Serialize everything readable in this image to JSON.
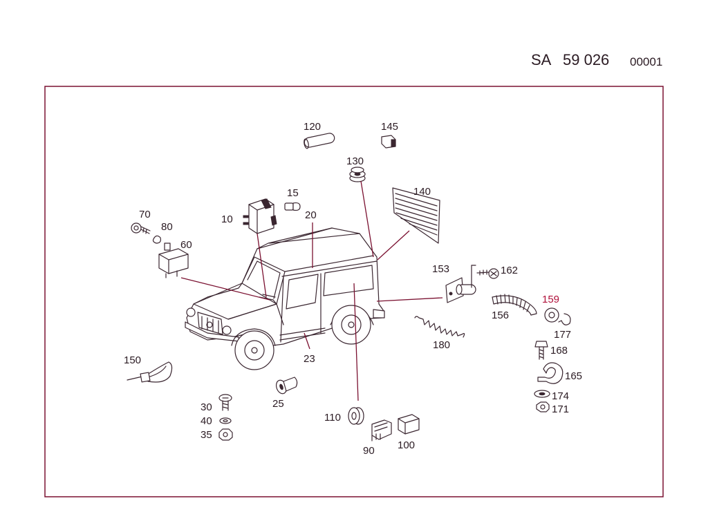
{
  "header": {
    "prefix": "SA",
    "number": "59 026",
    "code": "00001"
  },
  "colors": {
    "frame": "#7a1030",
    "ink": "#3a2630",
    "accent_label": "#b0103a"
  },
  "labels": {
    "p10": "10",
    "p15": "15",
    "p20": "20",
    "p23": "23",
    "p25": "25",
    "p30": "30",
    "p35": "35",
    "p40": "40",
    "p60": "60",
    "p70": "70",
    "p80": "80",
    "p90": "90",
    "p100": "100",
    "p110": "110",
    "p120": "120",
    "p130": "130",
    "p140": "140",
    "p145": "145",
    "p150": "150",
    "p153": "153",
    "p156": "156",
    "p159": "159",
    "p162": "162",
    "p165": "165",
    "p168": "168",
    "p171": "171",
    "p174": "174",
    "p177": "177",
    "p180": "180"
  }
}
